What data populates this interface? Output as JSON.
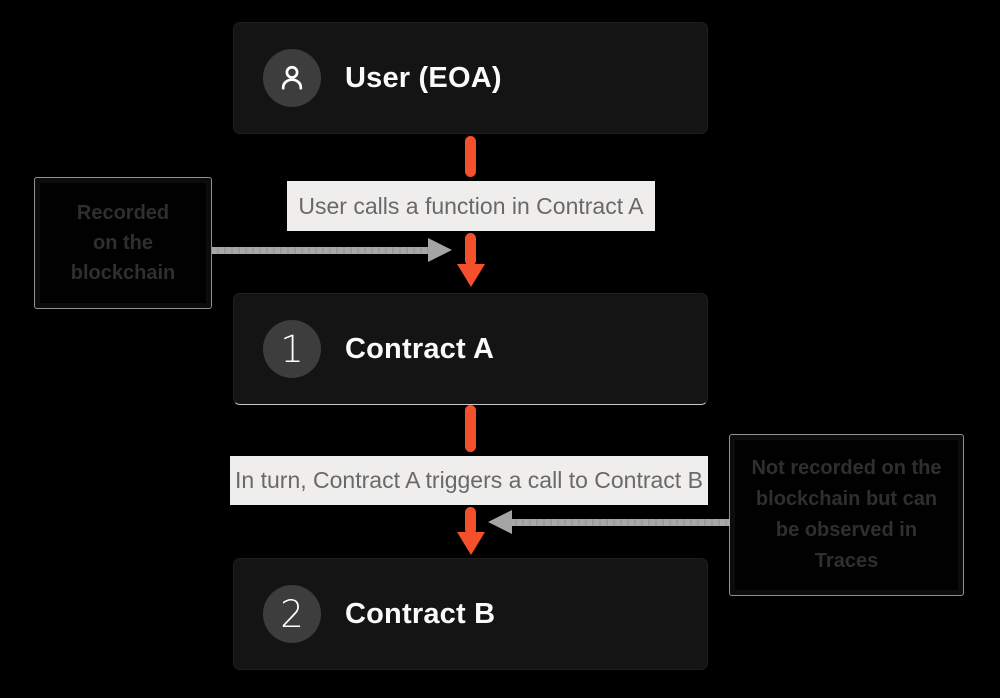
{
  "diagram": {
    "nodes": {
      "user": {
        "label": "User (EOA)"
      },
      "contract_a": {
        "label": "Contract A",
        "number": "1"
      },
      "contract_b": {
        "label": "Contract B",
        "number": "2"
      }
    },
    "edge_labels": {
      "user_to_a": "User calls a function in Contract A",
      "a_to_b": "In turn, Contract A triggers a call to Contract B"
    },
    "annotations": {
      "recorded": {
        "lines": [
          "Recorded",
          "on the",
          "blockchain"
        ]
      },
      "not_recorded": {
        "lines": [
          "Not recorded on the",
          "blockchain but can",
          "be observed in",
          "Traces"
        ]
      }
    },
    "icons": {
      "user_badge": "person-icon"
    },
    "colors": {
      "background": "#000000",
      "node_bg": "#141414",
      "node_text": "#FAFAFA",
      "badge_bg": "#3D3D3D",
      "edge_label_bg": "#EFEEEC",
      "edge_label_text": "#68696A",
      "arrow_orange": "#F4502B",
      "arrow_gray": "#A5A5A5",
      "callout_text": "#2F2F2F"
    }
  }
}
